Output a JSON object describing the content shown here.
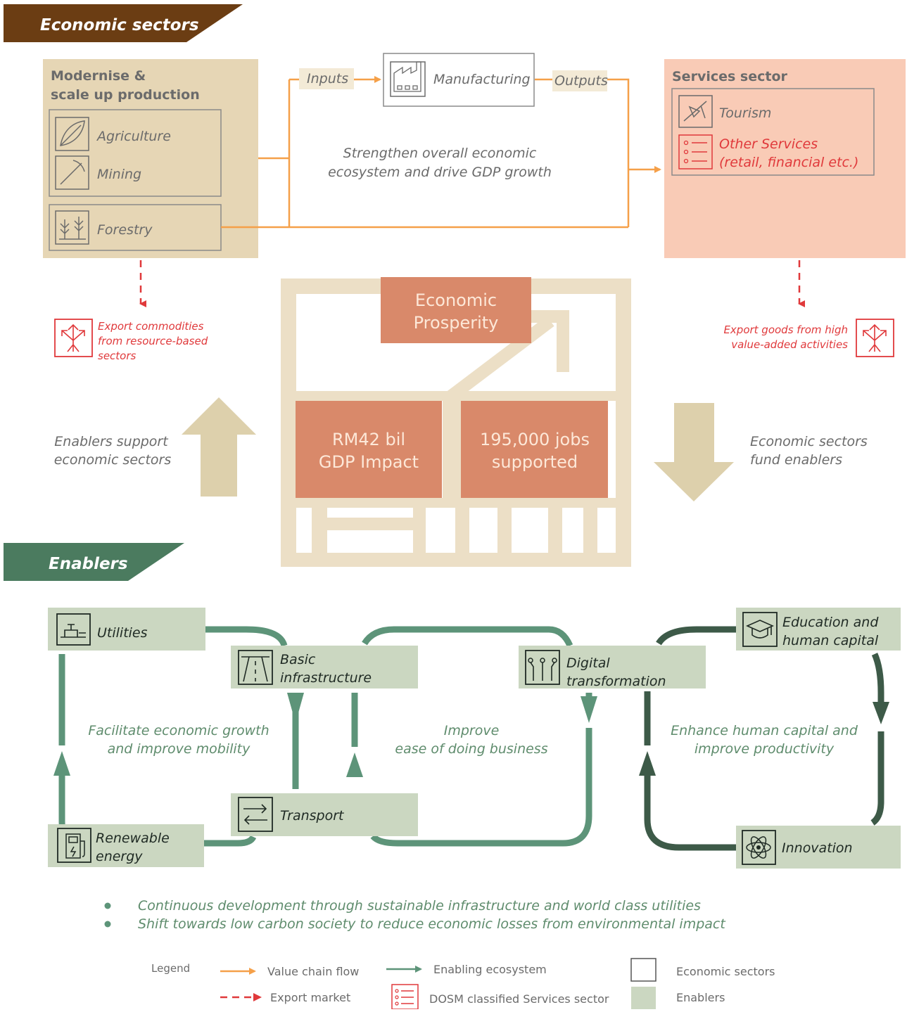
{
  "header_economic": "Economic sectors",
  "header_enablers": "Enablers",
  "modernise": {
    "line1": "Modernise &",
    "line2": "scale up production"
  },
  "agriculture": "Agriculture",
  "mining": "Mining",
  "forestry": "Forestry",
  "inputs": "Inputs",
  "manufacturing": "Manufacturing",
  "outputs": "Outputs",
  "strengthen": {
    "line1": "Strengthen overall economic",
    "line2": "ecosystem and drive GDP growth"
  },
  "services_title": "Services sector",
  "tourism": "Tourism",
  "other_services": {
    "line1": "Other Services",
    "line2": "(retail, financial etc.)"
  },
  "export_left": {
    "line1": "Export commodities",
    "line2": "from resource-based",
    "line3": "sectors"
  },
  "export_right": {
    "line1": "Export goods from high",
    "line2": "value-added activities"
  },
  "prosperity": {
    "line1": "Economic",
    "line2": "Prosperity"
  },
  "gdp": {
    "line1": "RM42 bil",
    "line2": "GDP Impact"
  },
  "jobs": {
    "line1": "195,000 jobs",
    "line2": "supported"
  },
  "enablers_support": {
    "line1": "Enablers support",
    "line2": "economic sectors"
  },
  "sectors_fund": {
    "line1": "Economic sectors",
    "line2": "fund enablers"
  },
  "utilities": "Utilities",
  "basic_infra": {
    "line1": "Basic",
    "line2": "infrastructure"
  },
  "digital": {
    "line1": "Digital",
    "line2": "transformation"
  },
  "education": {
    "line1": "Education and",
    "line2": "human capital"
  },
  "transport": "Transport",
  "renewable": {
    "line1": "Renewable",
    "line2": "energy"
  },
  "innovation": "Innovation",
  "facilitate": {
    "line1": "Facilitate economic growth",
    "line2": "and improve mobility"
  },
  "improve": {
    "line1": "Improve",
    "line2": "ease of doing business"
  },
  "enhance": {
    "line1": "Enhance human capital and",
    "line2": "improve productivity"
  },
  "bullets": [
    "Continuous development through sustainable infrastructure and world class utilities",
    "Shift towards low carbon society to reduce economic losses from environmental impact"
  ],
  "legend": {
    "title": "Legend",
    "value_chain": "Value chain flow",
    "enabling": "Enabling ecosystem",
    "economic_sectors": "Economic sectors",
    "export_market": "Export market",
    "dosm": "DOSM classified Services sector",
    "enablers": "Enablers"
  },
  "colors": {
    "brown": "#6b3d13",
    "tan": "#e6d6b5",
    "tan_light": "#ecdfc6",
    "peach": "#f9cbb6",
    "orange": "#f5a049",
    "terracotta": "#d9896a",
    "red": "#e0393b",
    "green_dark": "#4b7b5f",
    "green_darker": "#3d5a48",
    "green_light": "#cbd7c1",
    "green_line": "#5d9479",
    "text_grey": "#6b6b6b",
    "text_green": "#5f8c6d"
  }
}
